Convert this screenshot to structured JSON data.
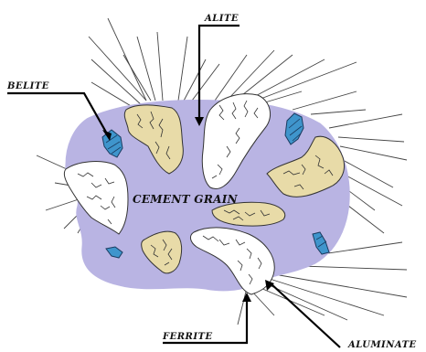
{
  "diagram": {
    "labels": {
      "alite": "ALITE",
      "belite": "BELITE",
      "cement_grain": "CEMENT GRAIN",
      "ferrite": "FERRITE",
      "aluminate": "ALUMINATE"
    },
    "colors": {
      "grain_fill": "#b9b4e3",
      "alite_fill": "#e8dba8",
      "belite_fill": "#3f95cc",
      "white_phase": "#ffffff",
      "outline": "#222222",
      "pointer": "#000000"
    }
  }
}
